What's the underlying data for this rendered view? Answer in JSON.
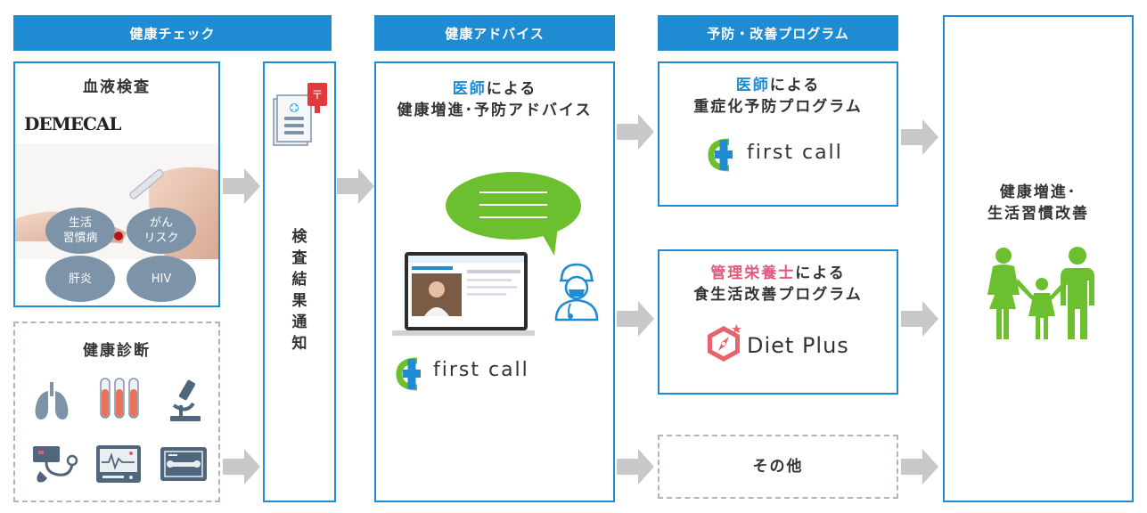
{
  "headers": {
    "health_check": "健康チェック",
    "health_advice": "健康アドバイス",
    "prevention": "予防・改善プログラム"
  },
  "blood_test": {
    "title": "血液検査",
    "logo": "DEMECAL",
    "circles": [
      "生活\n習慣病",
      "がん\nリスク",
      "肝炎",
      "HIV"
    ]
  },
  "health_exam": {
    "title": "健康診断",
    "icons": [
      "lungs-icon",
      "test-tubes-icon",
      "microscope-icon",
      "blood-pressure-icon",
      "heart-monitor-icon",
      "xray-icon"
    ]
  },
  "result_notice": {
    "text": "検査結果通知"
  },
  "advice": {
    "title_highlight": "医師",
    "title_rest": "による",
    "title_line2": "健康増進･予防アドバイス",
    "brand": "first call"
  },
  "program_doctor": {
    "title_highlight": "医師",
    "title_rest": "による",
    "title_line2": "重症化予防プログラム",
    "brand": "first call"
  },
  "program_nutrition": {
    "title_highlight": "管理栄養士",
    "title_rest": "による",
    "title_line2": "食生活改善プログラム",
    "brand": "Diet Plus"
  },
  "program_other": {
    "title": "その他"
  },
  "outcome": {
    "line1": "健康増進･",
    "line2": "生活習慣改善"
  },
  "colors": {
    "accent": "#1e8bd3",
    "arrow": "#c8c8c8",
    "circle": "#7d93a8",
    "green": "#6cbf2f",
    "pink": "#e05a7c"
  }
}
